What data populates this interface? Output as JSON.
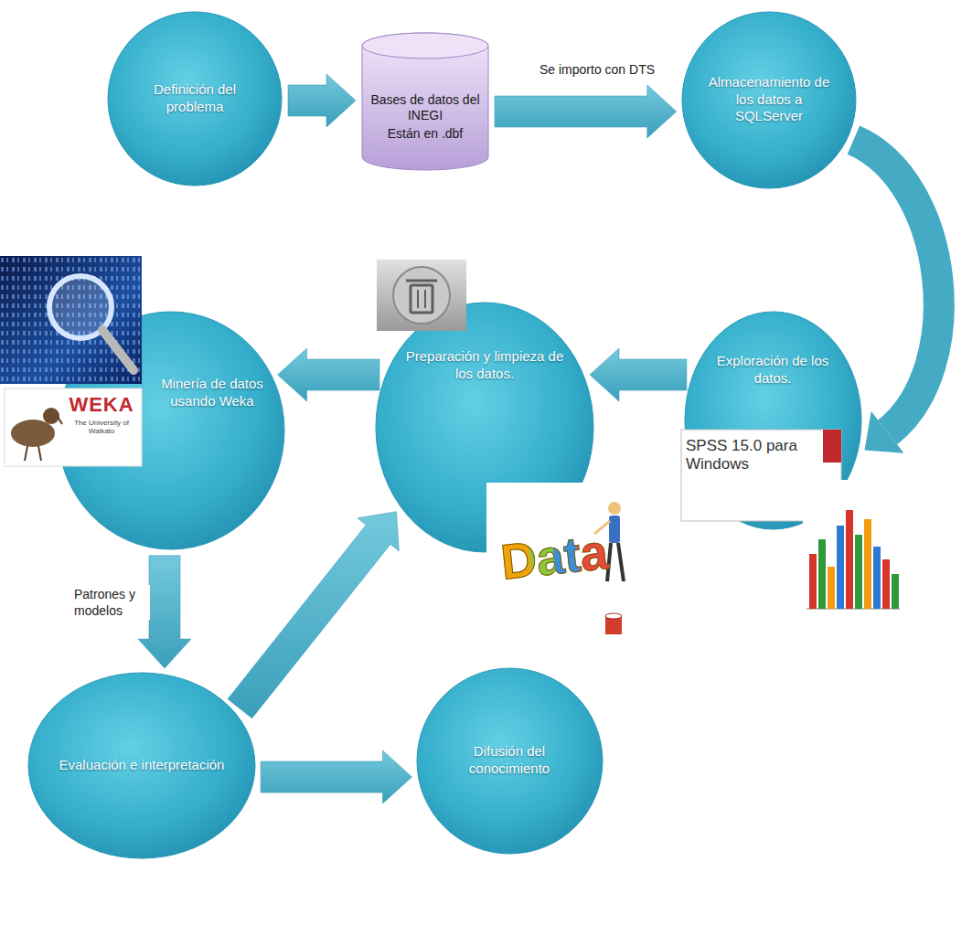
{
  "diagram": {
    "nodes": [
      {
        "text": [
          "Definición del problema"
        ]
      },
      {
        "text": [
          "Bases de datos del INEGI",
          "Están en .dbf"
        ]
      },
      {
        "text": [
          "Almacenamiento de los datos a SQLServer"
        ]
      },
      {
        "text": [
          "Exploración de los datos."
        ]
      },
      {
        "text": [
          "Preparación y limpieza de los datos."
        ]
      },
      {
        "text": [
          "Minería de datos usando Weka"
        ]
      },
      {
        "text": [
          "Evaluación e interpretación"
        ]
      },
      {
        "text": [
          "Difusión del conocimiento"
        ]
      }
    ],
    "edges": [
      {
        "from": 0,
        "to": 1,
        "arrow": "to"
      },
      {
        "from": 1,
        "to": 2,
        "label": "Se importo con DTS",
        "arrow": "to"
      },
      {
        "from": 2,
        "to": 3,
        "arrow": "to"
      },
      {
        "from": 3,
        "to": 4,
        "arrow": "to"
      },
      {
        "from": 4,
        "to": 5,
        "arrow": "to"
      },
      {
        "from": 5,
        "to": 6,
        "label": "Patrones y modelos",
        "arrow": "to"
      },
      {
        "from": 6,
        "to": 4,
        "arrow": "to"
      },
      {
        "from": 6,
        "to": 7,
        "arrow": "to"
      }
    ],
    "labels": [
      "SPSS 15.0 para Windows",
      "WEKA",
      "The University of Waikato",
      "Data"
    ]
  }
}
